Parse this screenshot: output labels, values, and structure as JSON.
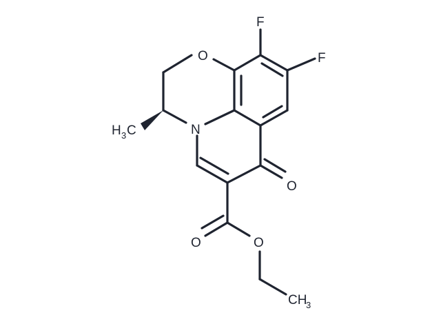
{
  "molecule": {
    "colors": {
      "ink": "#1f2430",
      "background": "#ffffff"
    },
    "atom_labels": {
      "f_top": "F",
      "f_right": "F",
      "o_ring": "O",
      "n_ring": "N",
      "o_ketone": "O",
      "o_carbonyl": "O",
      "o_ester": "O",
      "h3c_prefix": "H",
      "h3c_sub": "3",
      "h3c_suffix": "C",
      "ch3_prefix": "CH",
      "ch3_sub": "3"
    }
  }
}
